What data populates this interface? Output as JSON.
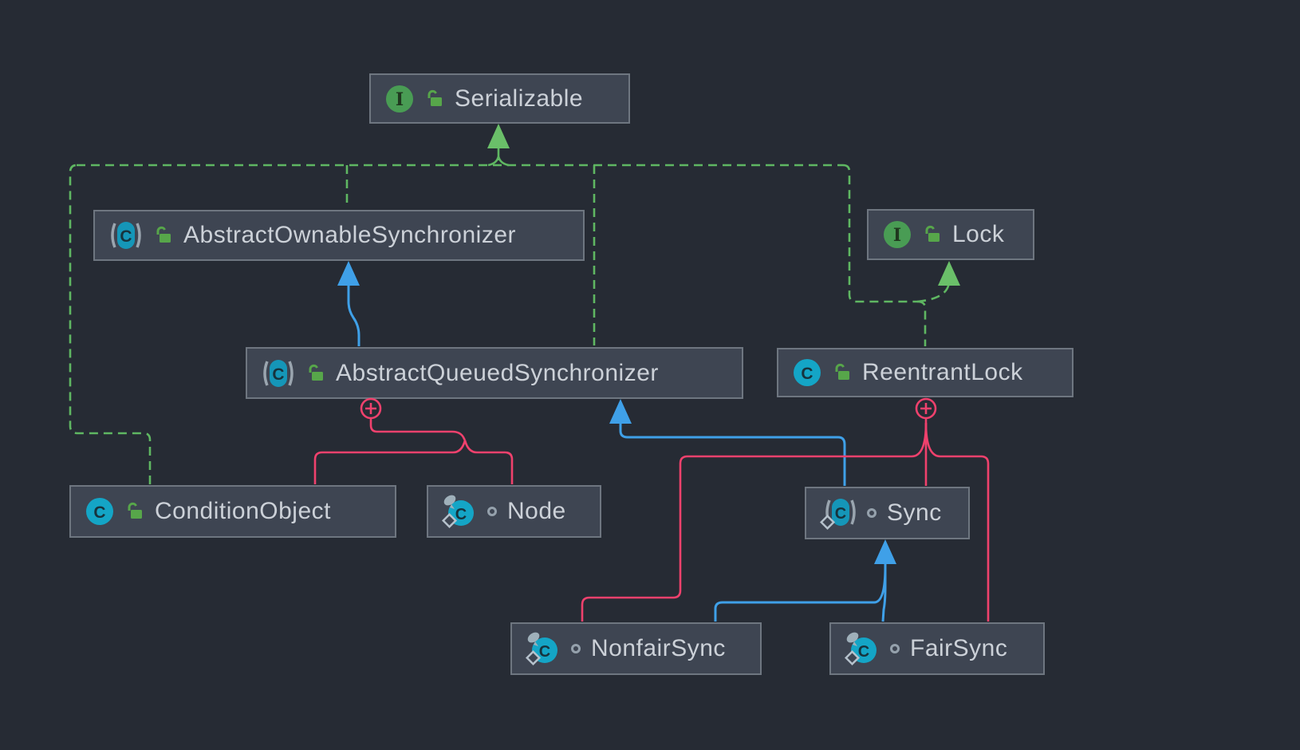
{
  "diagram": {
    "title": "ReentrantLock class hierarchy UML diagram",
    "colors": {
      "background": "#262b34",
      "node_fill": "#3e4552",
      "node_border": "#6e7680",
      "label_text": "#ccd1d8",
      "implements_edge_green": "#5fb762",
      "extends_edge_blue": "#3fa0e8",
      "inner_class_edge_pink": "#f0416d",
      "class_icon_teal": "#14a5c6",
      "interface_icon_green": "#499c54",
      "public_lock_green": "#57a64a"
    },
    "nodes": [
      {
        "id": "serializable",
        "label": "Serializable",
        "kind": "interface",
        "visibility": "public"
      },
      {
        "id": "abstract-ownable-synchronizer",
        "label": "AbstractOwnableSynchronizer",
        "kind": "abstract class",
        "visibility": "public"
      },
      {
        "id": "lock",
        "label": "Lock",
        "kind": "interface",
        "visibility": "public"
      },
      {
        "id": "abstract-queued-synchronizer",
        "label": "AbstractQueuedSynchronizer",
        "kind": "abstract class",
        "visibility": "public"
      },
      {
        "id": "reentrant-lock",
        "label": "ReentrantLock",
        "kind": "class",
        "visibility": "public"
      },
      {
        "id": "condition-object",
        "label": "ConditionObject",
        "kind": "class",
        "visibility": "public"
      },
      {
        "id": "node",
        "label": "Node",
        "kind": "static nested class",
        "visibility": "package-private"
      },
      {
        "id": "sync",
        "label": "Sync",
        "kind": "abstract static nested class",
        "visibility": "package-private"
      },
      {
        "id": "nonfair-sync",
        "label": "NonfairSync",
        "kind": "static nested class",
        "visibility": "package-private"
      },
      {
        "id": "fair-sync",
        "label": "FairSync",
        "kind": "static nested class",
        "visibility": "package-private"
      }
    ],
    "edges": [
      {
        "from": "AbstractOwnableSynchronizer",
        "to": "Serializable",
        "type": "implements"
      },
      {
        "from": "AbstractQueuedSynchronizer",
        "to": "Serializable",
        "type": "implements"
      },
      {
        "from": "ConditionObject",
        "to": "Serializable",
        "type": "implements"
      },
      {
        "from": "ReentrantLock",
        "to": "Serializable",
        "type": "implements"
      },
      {
        "from": "ReentrantLock",
        "to": "Lock",
        "type": "implements"
      },
      {
        "from": "AbstractQueuedSynchronizer",
        "to": "AbstractOwnableSynchronizer",
        "type": "extends"
      },
      {
        "from": "Sync",
        "to": "AbstractQueuedSynchronizer",
        "type": "extends"
      },
      {
        "from": "NonfairSync",
        "to": "Sync",
        "type": "extends"
      },
      {
        "from": "FairSync",
        "to": "Sync",
        "type": "extends"
      },
      {
        "from": "AbstractQueuedSynchronizer",
        "to": "ConditionObject",
        "type": "inner-class"
      },
      {
        "from": "AbstractQueuedSynchronizer",
        "to": "Node",
        "type": "inner-class"
      },
      {
        "from": "ReentrantLock",
        "to": "Sync",
        "type": "inner-class"
      },
      {
        "from": "ReentrantLock",
        "to": "NonfairSync",
        "type": "inner-class"
      },
      {
        "from": "ReentrantLock",
        "to": "FairSync",
        "type": "inner-class"
      }
    ]
  }
}
